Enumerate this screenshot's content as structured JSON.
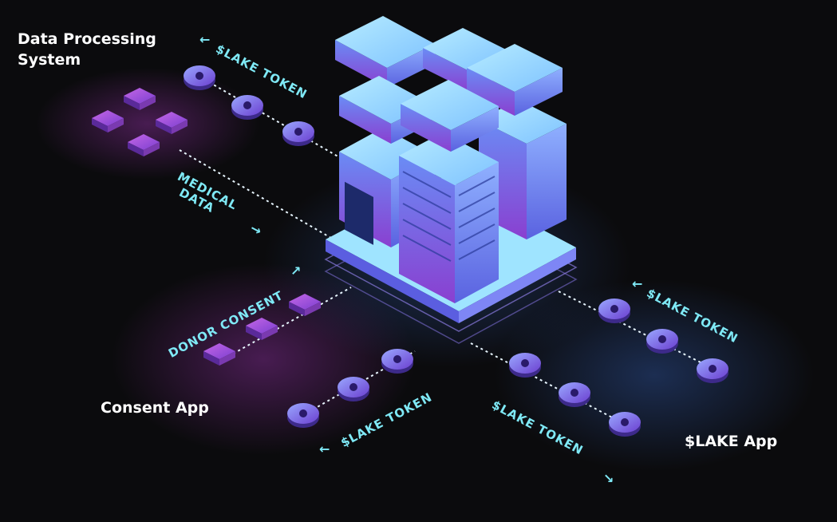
{
  "labels": {
    "data_processing_system": "Data Processing\nSystem",
    "consent_app": "Consent App",
    "lake_app": "$LAKE App"
  },
  "flows": {
    "top_token": "$LAKE TOKEN",
    "medical_data_line1": "MEDICAL",
    "medical_data_line2": "DATA",
    "donor_consent": "DONOR CONSENT",
    "right_token": "$LAKE TOKEN",
    "bottom_left_token": "$LAKE TOKEN",
    "bottom_right_token": "$LAKE TOKEN"
  },
  "arrows": {
    "left": "←",
    "right": "→",
    "up_right": "↗",
    "down_right": "↘"
  },
  "colors": {
    "background": "#0b0b0d",
    "cyan_accent": "#7fe9f6",
    "server_top": "#8fd8ff",
    "server_side_blue": "#4b7cf0",
    "server_side_purple": "#8a3fd0",
    "magenta": "#c23bd6"
  }
}
